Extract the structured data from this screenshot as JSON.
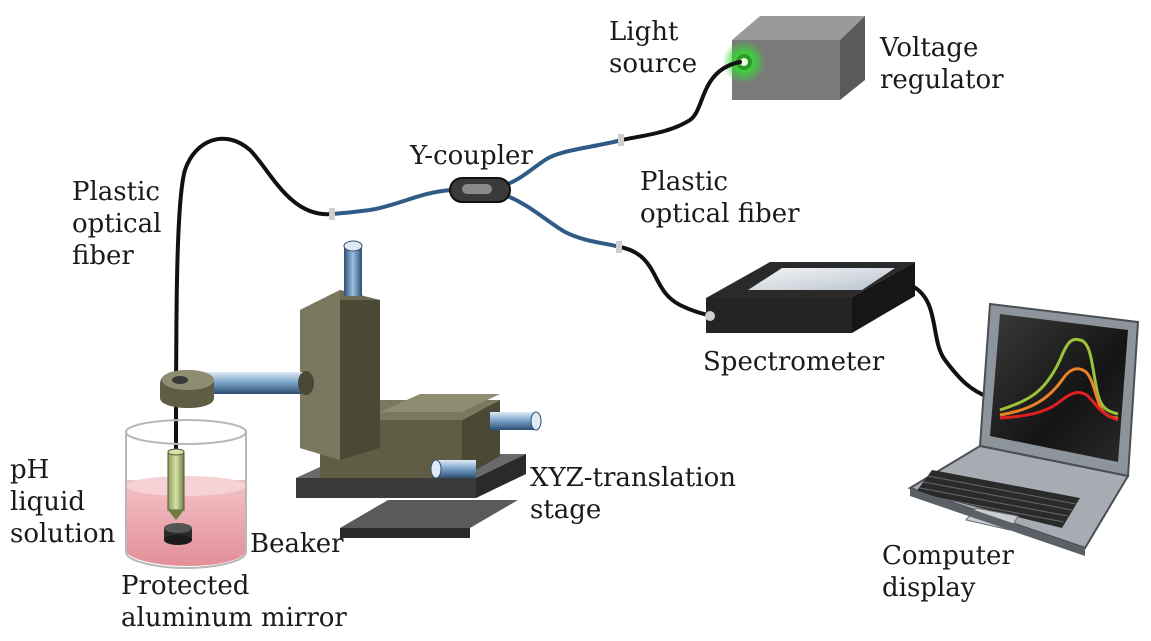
{
  "labels": {
    "light_source": [
      "Light",
      "source"
    ],
    "voltage_regulator": [
      "Voltage",
      "regulator"
    ],
    "y_coupler": "Y-coupler",
    "plastic_fiber_left": [
      "Plastic",
      "optical",
      "fiber"
    ],
    "plastic_fiber_right": [
      "Plastic",
      "optical fiber"
    ],
    "spectrometer": "Spectrometer",
    "xyz_stage": [
      "XYZ-translation",
      "stage"
    ],
    "ph_solution": [
      "pH",
      "liquid",
      "solution"
    ],
    "beaker": "Beaker",
    "mirror": [
      "Protected",
      "aluminum mirror"
    ],
    "computer": [
      "Computer",
      "display"
    ]
  },
  "colors": {
    "background": "#ffffff",
    "text": "#1a1a1a",
    "fiber_black": "#111111",
    "fiber_blue": "#2f5b86",
    "led_glow": "#39d639",
    "box_gray": "#707070",
    "stage_olive": "#5f5e45",
    "liquid_pink": "#eaa0a8",
    "screen_dark": "#1c1c1c",
    "curve_green": "#9ac23a",
    "curve_orange": "#e8832a",
    "curve_red": "#e02020"
  },
  "icons": [
    "voltage-regulator-box",
    "led-light-icon",
    "y-coupler-icon",
    "spectrometer-icon",
    "laptop-icon",
    "xyz-stage-icon",
    "beaker-icon",
    "fiber-probe-icon",
    "mirror-icon"
  ]
}
